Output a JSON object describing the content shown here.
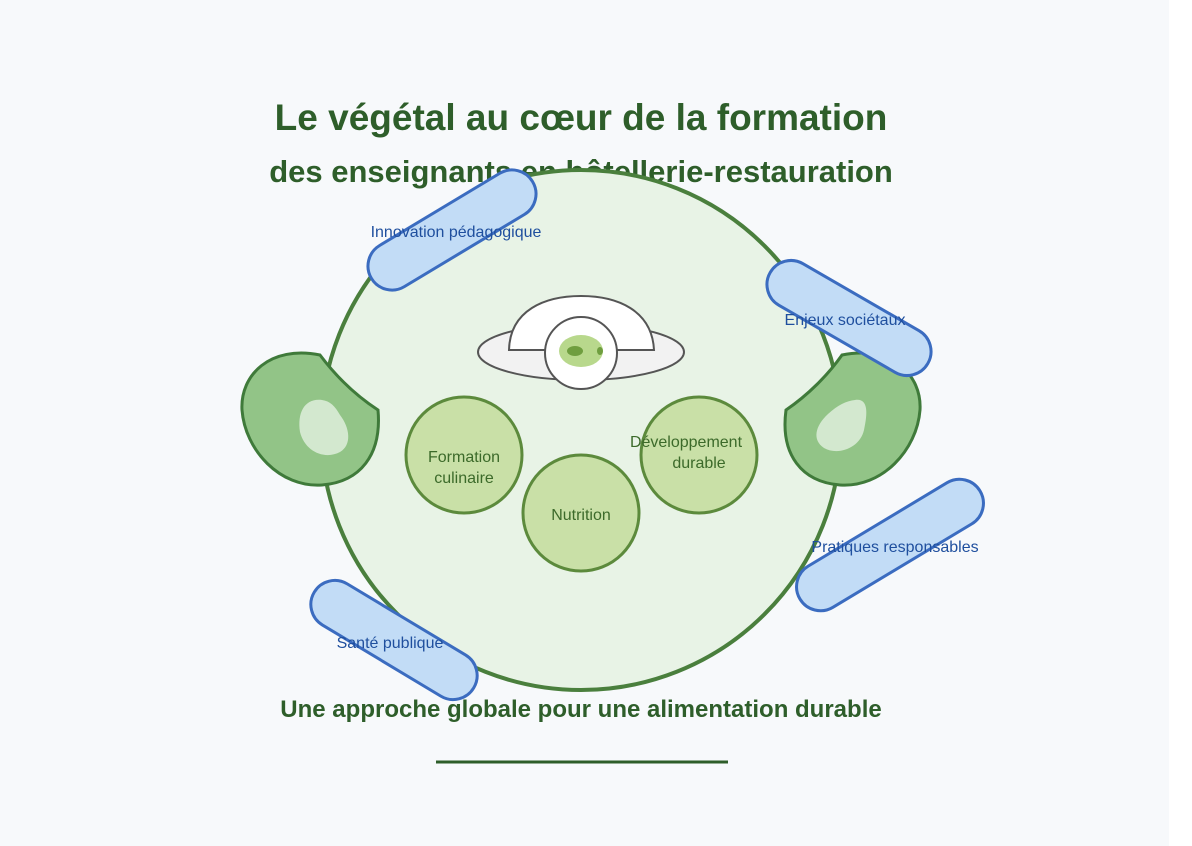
{
  "title": "Le végétal au cœur de la formation",
  "subtitle": "des enseignants en hôtellerie-restauration",
  "tagline": "Une approche globale pour une alimentation durable",
  "core_nodes": [
    {
      "line1": "Formation",
      "line2": "culinaire"
    },
    {
      "line1": "Nutrition",
      "line2": ""
    },
    {
      "line1": "Développement",
      "line2": "durable"
    }
  ],
  "pills": [
    "Innovation pédagogique",
    "Enjeux sociétaux",
    "Pratiques responsables",
    "Santé publique"
  ],
  "icons": {
    "center": "cloche-dish-icon",
    "left_leaf": "avocado-leaf-icon",
    "right_leaf": "avocado-leaf-icon"
  },
  "colors": {
    "title": "#2e5e2a",
    "circle_fill": "#e8f3e6",
    "circle_stroke": "#4a7f3d",
    "node_fill": "#c9e0a7",
    "node_stroke": "#5c8a3c",
    "pill_fill": "#c2dcf6",
    "pill_stroke": "#3b6cc0",
    "leaf_fill": "#92c487",
    "leaf_stroke": "#3f7a3a"
  }
}
